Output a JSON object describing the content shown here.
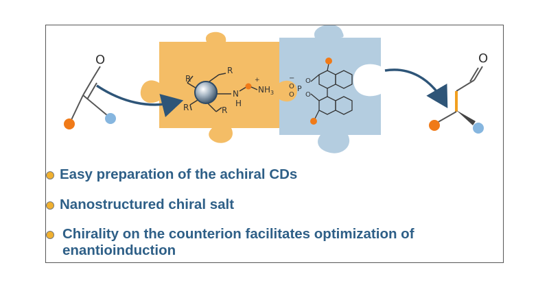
{
  "molecules": {
    "substrate": {
      "carbonyl_atom": "O"
    },
    "product": {
      "carbonyl_atom": "O"
    },
    "dendrimer": {
      "r_labels": [
        "R",
        "R",
        "R",
        "R"
      ],
      "amine_n": "N",
      "amine_h": "H",
      "ammonium_charge": "+",
      "ammonium": "NH",
      "ammonium_sub": "3"
    },
    "phosphate": {
      "p": "P",
      "o_labels": [
        "O",
        "O",
        "O",
        "O"
      ],
      "charge": "−"
    }
  },
  "bullets": [
    {
      "text": "Easy preparation of the achiral CDs"
    },
    {
      "text": "Nanostructured chiral salt"
    },
    {
      "text_line1": "Chirality on the counterion facilitates optimization of",
      "text_line2": "enantioinduction"
    }
  ],
  "colors": {
    "orange_piece": "#f4bd66",
    "blue_piece": "#b4cde0",
    "arrow": "#2e5578",
    "bullet_text": "#2e5f87",
    "orange_atom": "#f07a18",
    "blue_atom": "#86b6df",
    "bullet_dot": "#f0b030"
  }
}
